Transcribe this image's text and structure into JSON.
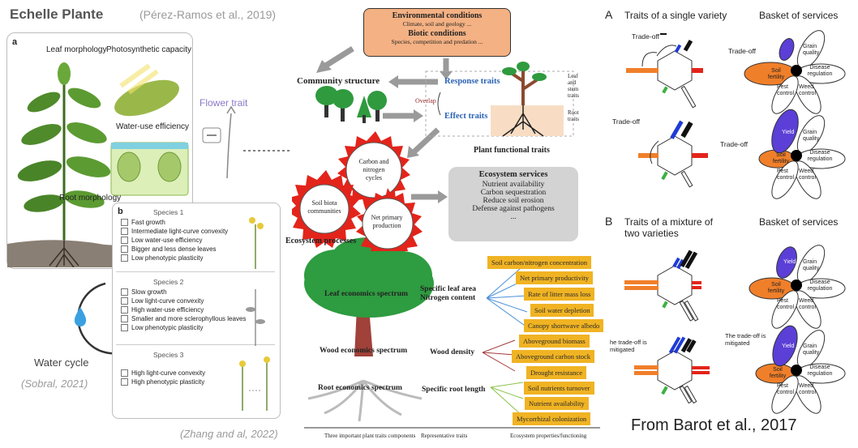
{
  "left": {
    "title": "Echelle Plante",
    "citation_top": "(Pérez-Ramos et al., 2019)",
    "panel_a": {
      "letter": "a",
      "leaf_morphology": "Leaf morphology",
      "photosynthetic_capacity": "Photosynthetic capacity",
      "water_use_efficiency": "Water-use efficiency",
      "root_morphology": "Root morphology"
    },
    "flower_trait": "Flower trait",
    "water_cycle": "Water cycle",
    "citation_bottom": "(Sobral, 2021)",
    "panel_b": {
      "letter": "b",
      "species": [
        {
          "name": "Species 1",
          "traits": [
            "Fast growth",
            "Intermediate light-curve convexity",
            "Low water-use efficiency",
            "Bigger and less dense leaves",
            "Low phenotypic plasticity"
          ]
        },
        {
          "name": "Species 2",
          "traits": [
            "Slow growth",
            "Low light-curve convexity",
            "High water-use efficiency",
            "Smaller and more sclerophyllous leaves",
            "Low phenotypic plasticity"
          ]
        },
        {
          "name": "Species 3",
          "traits": [
            "High light-curve convexity",
            "High phenotypic plasticity"
          ]
        }
      ]
    }
  },
  "middle": {
    "env_box": {
      "title1": "Environmental conditions",
      "sub1": "Climate, soil and geology ...",
      "title2": "Biotic conditions",
      "sub2": "Species, competition and predation ..."
    },
    "community_structure": "Community structure",
    "response_traits": "Response traits",
    "overlap": "Overlap",
    "effect_traits": "Effect traits",
    "leaf_stem_traits": "Leaf and stem traits",
    "root_traits": "Root traits",
    "plant_functional_traits": "Plant functional traits",
    "processes": {
      "carbon": "Carbon and nitrogen cycles",
      "soil_biota": "Soil biota communities",
      "npp": "Net primary production",
      "label": "Ecosystem processes"
    },
    "services_box": {
      "title": "Ecosystem services",
      "items": [
        "Nutrient availability",
        "Carbon sequestration",
        "Reduce soil erosion",
        "Defense against pathogens",
        "..."
      ]
    },
    "spectra": {
      "leaf": "Leaf economics spectrum",
      "wood": "Wood economics spectrum",
      "root": "Root economics spectrum"
    },
    "representative_traits": {
      "leaf": "Specific leaf area Nitrogen content",
      "wood": "Wood density",
      "root": "Specific root length"
    },
    "properties": [
      "Soil carbon/nitrogen concentration",
      "Net primary productivity",
      "Rate of litter mass loss",
      "Soil water depletion",
      "Canopy shortwave albedo",
      "Aboveground biomass",
      "Aboveground carbon stock",
      "Drought resistance",
      "Soil nutrients turnover",
      "Nutrient availability",
      "Mycorrhizal colonization"
    ],
    "axis_labels": [
      "Three important plant traits components",
      "Representative traits",
      "Ecosystem properties/functioning"
    ],
    "citation": "(Zhang and al, 2022)"
  },
  "right": {
    "a_letter": "A",
    "a_title": "Traits of a single variety",
    "basket_title": "Basket of services",
    "b_letter": "B",
    "b_title": "Traits of a mixture of two varieties",
    "trade_off": "Trade-off",
    "trade_off_mitigated": "The trade-off is mitigated",
    "trade_off_mitigated_left": "he trade-off is mitigated",
    "petals": {
      "yield": "Yield",
      "grain_quality": "Grain quality",
      "disease_regulation": "Disease regulation",
      "weed_control": "Weed control",
      "pest_control": "Pest control",
      "soil_fertility": "Soil fertility"
    },
    "footer": "From Barot et al., 2017"
  },
  "colors": {
    "gold": "#f0b323",
    "env_box": "#f4b183",
    "services_gray": "#d3d3d3",
    "orange": "#f07f2a",
    "purple": "#5b3fd6",
    "red": "#e3241b",
    "blue": "#1f3bd6",
    "green": "#3cb043",
    "tree_green": "#3aa63a",
    "trunk": "#8b3a2e"
  }
}
